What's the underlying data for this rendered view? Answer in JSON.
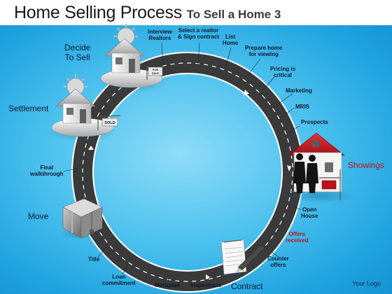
{
  "title": {
    "main": "Home Selling Process",
    "sub": "To Sell a Home 3"
  },
  "stages": {
    "decide": "Decide\nTo Sell",
    "settlement": "Settlement",
    "showings": "Showings",
    "move": "Move",
    "contract": "Contract"
  },
  "steps": {
    "interview": "Interview\nRealtors",
    "select": "Select a realtor\n& Sign contract",
    "list": "List\nHome",
    "prepare": "Prepare home\nfor viewing",
    "pricing": "Pricing is\ncritical",
    "marketing": "Marketing",
    "mris": "MRIS",
    "prospects": "Prospects",
    "open_house": "Open\nHouse",
    "offers": "Offers\nreceived",
    "counter": "Counter\noffers",
    "inspections": "Inspections",
    "mortgage": "Mortgage",
    "loan": "Loan\ncommitment",
    "title": "Title",
    "final": "Final\nwalkthrough"
  },
  "signs": {
    "for_sale": "FOR\nSALE",
    "sold": "SOLD"
  },
  "logo": "Your Logo",
  "colors": {
    "road": "#3a3a3a",
    "road_edge": "#ffffff",
    "road_dash": "#ffffff",
    "accent_red": "#c0101a",
    "background": "#2ab0e6"
  },
  "icons": [
    "house-icon",
    "sun-icon",
    "moving-box-icon",
    "notepad-pen-icon",
    "red-house-icon",
    "agents-icon"
  ]
}
